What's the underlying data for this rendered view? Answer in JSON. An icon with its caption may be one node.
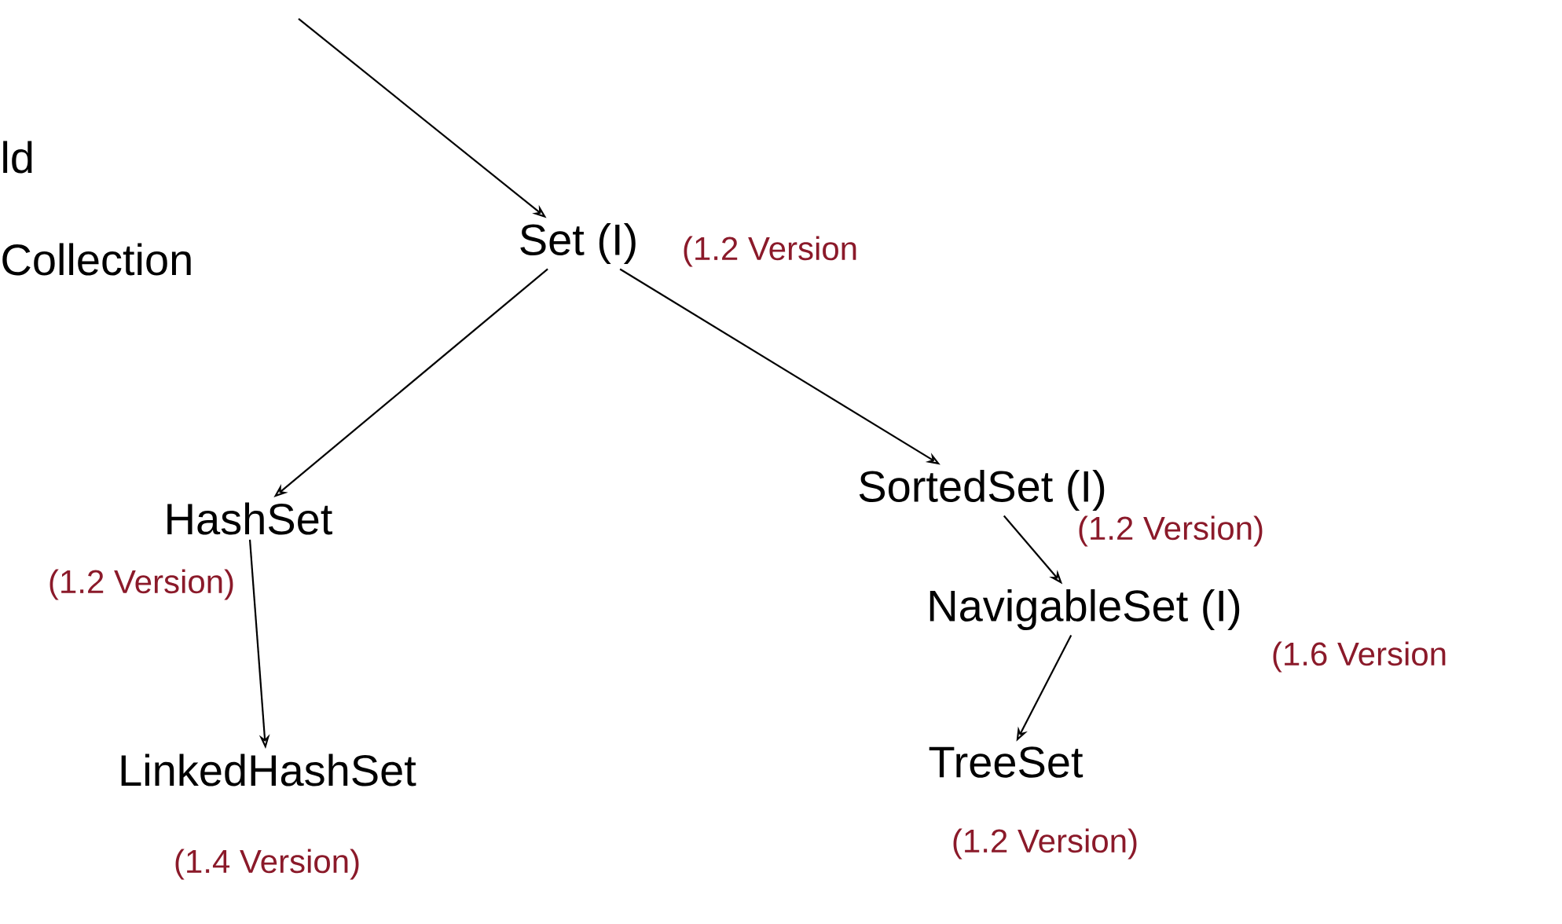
{
  "diagram": {
    "nodes": [
      {
        "text": [
          "Set (I)"
        ],
        "beside": [
          "(1.2 Version"
        ]
      },
      {
        "text": [
          "HashSet"
        ],
        "beside": [
          "(1.2 Version)"
        ]
      },
      {
        "text": [
          "SortedSet (I)"
        ],
        "beside": [
          "(1.2 Version)"
        ]
      },
      {
        "text": [
          "NavigableSet (I)"
        ],
        "beside": [
          "(1.6 Version"
        ]
      },
      {
        "text": [
          "LinkedHashSet"
        ],
        "beside": [
          "(1.4 Version)"
        ]
      },
      {
        "text": [
          "TreeSet"
        ],
        "beside": [
          "(1.2 Version)"
        ]
      }
    ],
    "edges": [
      {
        "from": null,
        "to": 0,
        "arrow": "to"
      },
      {
        "from": 0,
        "to": 1,
        "arrow": "to"
      },
      {
        "from": 0,
        "to": 2,
        "arrow": "to"
      },
      {
        "from": 1,
        "to": 4,
        "arrow": "to"
      },
      {
        "from": 2,
        "to": 3,
        "arrow": "to"
      },
      {
        "from": 3,
        "to": 5,
        "arrow": "to"
      }
    ],
    "labels": [
      "ld",
      "Collection"
    ]
  }
}
